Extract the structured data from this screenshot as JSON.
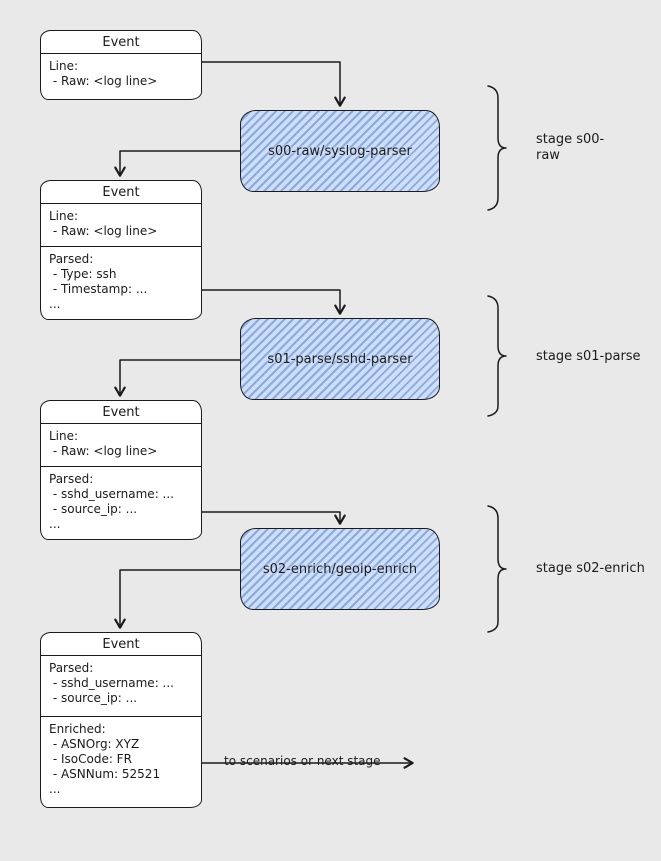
{
  "events": [
    {
      "title": "Event",
      "sections": [
        {
          "lines": [
            "Line:",
            " - Raw: <log line>"
          ]
        }
      ]
    },
    {
      "title": "Event",
      "sections": [
        {
          "lines": [
            "Line:",
            " - Raw: <log line>"
          ]
        },
        {
          "lines": [
            "Parsed:",
            " - Type: ssh",
            " - Timestamp: ...",
            "..."
          ]
        }
      ]
    },
    {
      "title": "Event",
      "sections": [
        {
          "lines": [
            "Line:",
            " - Raw: <log line>"
          ]
        },
        {
          "lines": [
            "Parsed:",
            " - sshd_username: ...",
            " - source_ip: ...",
            "..."
          ]
        }
      ]
    },
    {
      "title": "Event",
      "sections": [
        {
          "lines": [
            "Parsed:",
            " - sshd_username: ...",
            " - source_ip: ..."
          ]
        },
        {
          "lines": [
            "Enriched:",
            " - ASNOrg: XYZ",
            " - IsoCode: FR",
            " - ASNNum: 52521",
            "..."
          ]
        }
      ]
    }
  ],
  "parsers": [
    {
      "label": "s00-raw/syslog-parser"
    },
    {
      "label": "s01-parse/sshd-parser"
    },
    {
      "label": "s02-enrich/geoip-enrich"
    }
  ],
  "stages": [
    {
      "label": "stage s00-raw"
    },
    {
      "label": "stage s01-parse"
    },
    {
      "label": "stage s02-enrich"
    }
  ],
  "output": {
    "label": "to scenarios or next stage"
  },
  "colors": {
    "background": "#e9e9e9",
    "stroke": "#1b1b1b",
    "parser_fill": "#cfdef6",
    "parser_stripe": "#86abe4"
  }
}
